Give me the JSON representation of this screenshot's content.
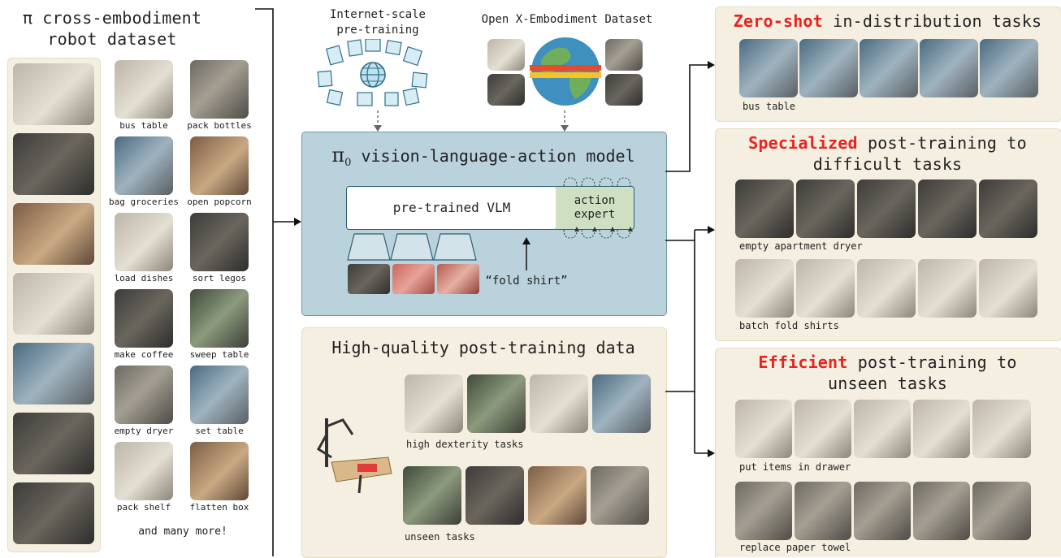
{
  "left": {
    "title_line1": "π cross-embodiment",
    "title_line2": "robot dataset",
    "tasks": [
      {
        "label": "bus table"
      },
      {
        "label": "pack bottles"
      },
      {
        "label": "bag groceries"
      },
      {
        "label": "open popcorn"
      },
      {
        "label": "load dishes"
      },
      {
        "label": "sort legos"
      },
      {
        "label": "make coffee"
      },
      {
        "label": "sweep table"
      },
      {
        "label": "empty dryer"
      },
      {
        "label": "set table"
      },
      {
        "label": "pack shelf"
      },
      {
        "label": "flatten box"
      }
    ],
    "footer": "and many more!"
  },
  "pretrain": {
    "internet_line1": "Internet-scale",
    "internet_line2": "pre-training",
    "oxe": "Open X-Embodiment Dataset"
  },
  "model": {
    "symbol": "π",
    "subscript": "0",
    "title_rest": " vision-language-action model",
    "vlm_label": "pre-trained VLM",
    "expert_line1": "action",
    "expert_line2": "expert",
    "prompt": "“fold shirt”"
  },
  "post": {
    "title": "High-quality post-training data",
    "cap1": "high dexterity tasks",
    "cap2": "unseen tasks"
  },
  "right": {
    "zero": {
      "hl": "Zero-shot",
      "rest": " in-distribution tasks",
      "cap": "bus table"
    },
    "spec": {
      "hl": "Specialized",
      "rest": " post-training to",
      "line2": "difficult tasks",
      "cap1": "empty apartment dryer",
      "cap2": "batch fold shirts"
    },
    "eff": {
      "hl": "Efficient",
      "rest": " post-training to",
      "line2": "unseen tasks",
      "cap1": "put items in drawer",
      "cap2": "replace paper towel"
    }
  },
  "colors": {
    "highlight": "#e8231f",
    "panel_bg": "#f4efe0",
    "model_bg": "#b9d2dc",
    "model_border": "#6f97a8",
    "expert_bg": "#cfe0c2",
    "arrow": "#111111"
  }
}
